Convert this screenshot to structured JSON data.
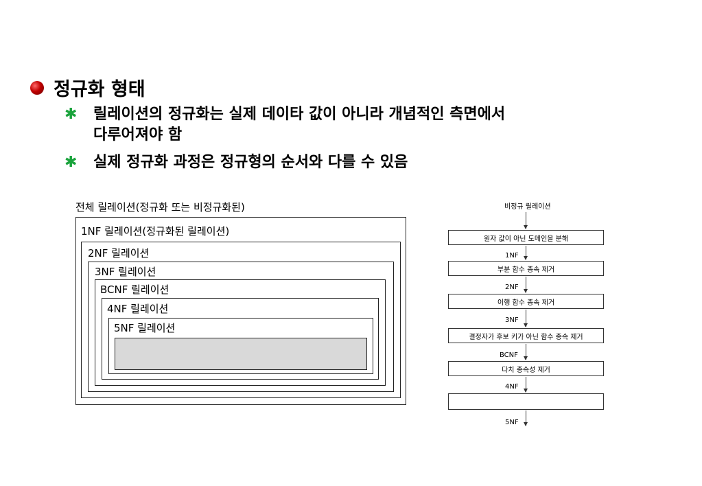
{
  "heading": "정규화 형태",
  "bullets": [
    {
      "line1": "릴레이션의 정규화는 실제 데이타 값이 아니라  개념적인 측면에서",
      "line2": "다루어져야 함"
    },
    {
      "line1": " 실제 정규화 과정은 정규형의 순서와 다를 수 있음"
    }
  ],
  "bullet_symbol": "✱",
  "nested": {
    "title": "전체 릴레이션(정규화 또는 비정규화된)",
    "levels": [
      "1NF 릴레이션(정규화된 릴레이션)",
      "2NF 릴레이션",
      "3NF 릴레이션",
      "BCNF 릴레이션",
      "4NF 릴레이션",
      "5NF 릴레이션"
    ]
  },
  "flow": {
    "start": "비정규 릴레이션",
    "steps": [
      "원자 값이 아닌 도메인을 분해",
      "부분 함수 종속 제거",
      "이행 함수 종속 제거",
      "결정자가 후보 키가 아닌 함수 종속 제거",
      "다치 종속성 제거",
      ""
    ],
    "forms": [
      "1NF",
      "2NF",
      "3NF",
      "BCNF",
      "4NF",
      "5NF"
    ]
  },
  "colors": {
    "bullet_star": "#1aa33c",
    "heading_dot": "#c00000",
    "inner_fill": "#d9d9d9"
  }
}
